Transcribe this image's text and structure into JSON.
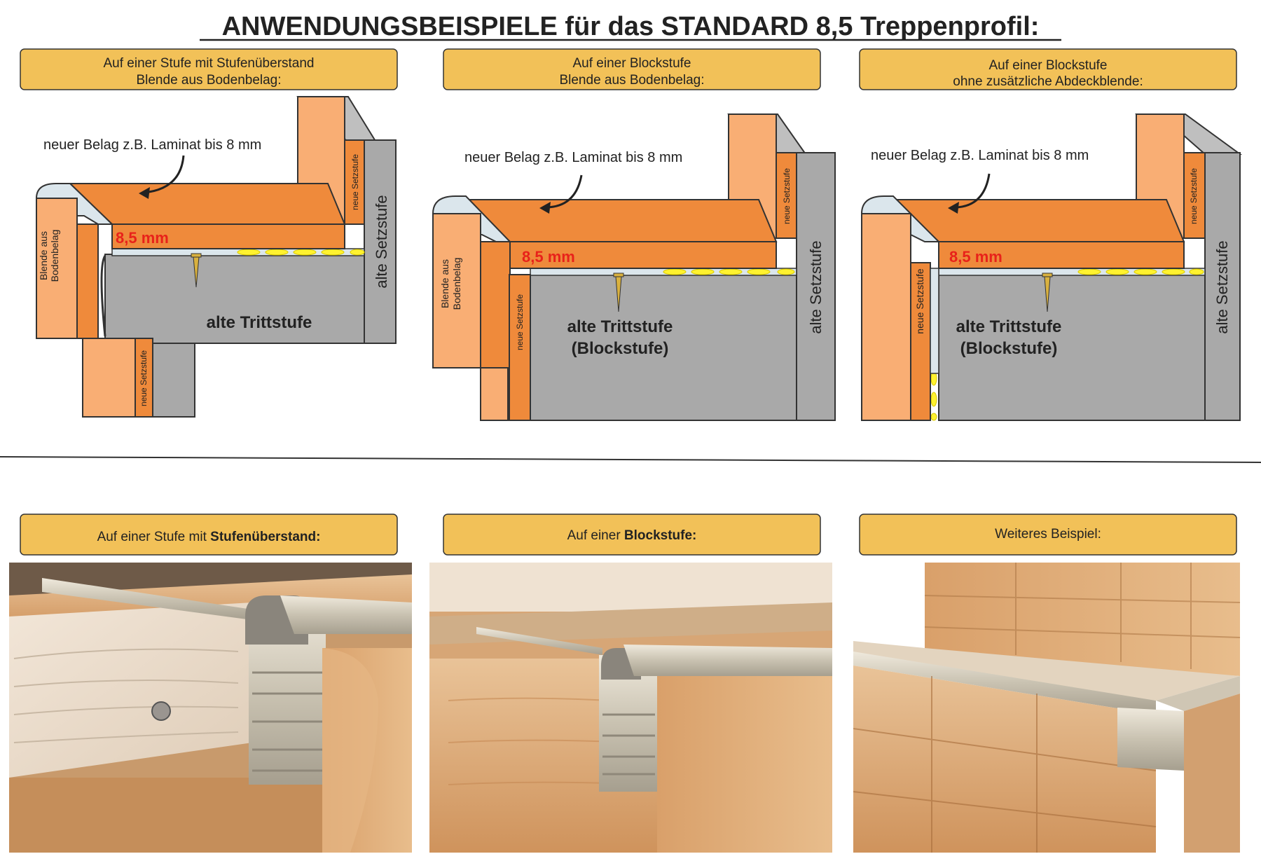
{
  "title": "ANWENDUNGSBEISPIELE für das STANDARD 8,5 Treppenprofil:",
  "colors": {
    "label_bg": "#f2c158",
    "orange": "#ef8a3b",
    "orange_light": "#f9ae74",
    "grey": "#a9a9a9",
    "grey_light": "#bfbfbf",
    "profile": "#dbe6ec",
    "adhesive": "#fff230",
    "measure_red": "#e8221a"
  },
  "diagrams": [
    {
      "header_line1": "Auf einer Stufe mit Stufenüberstand",
      "header_line2": "Blende aus Bodenbelag:",
      "note": "neuer Belag z.B. Laminat bis 8 mm",
      "measure": "8,5 mm",
      "label_blende_1": "Blende aus",
      "label_blende_2": "Bodenbelag",
      "label_neue_setzstufe_top": "neue Setzstufe",
      "label_neue_setzstufe_bottom": "neue Setzstufe",
      "label_alte_setzstufe": "alte Setzstufe",
      "label_trittstufe_1": "alte Trittstufe",
      "label_trittstufe_2": ""
    },
    {
      "header_line1": "Auf einer Blockstufe",
      "header_line2": "Blende aus Bodenbelag:",
      "note": "neuer Belag z.B. Laminat bis 8 mm",
      "measure": "8,5 mm",
      "label_blende_1": "Blende aus",
      "label_blende_2": "Bodenbelag",
      "label_neue_setzstufe_top": "neue Setzstufe",
      "label_neue_setzstufe_bottom": "neue Setzstufe",
      "label_alte_setzstufe": "alte Setzstufe",
      "label_trittstufe_1": "alte Trittstufe",
      "label_trittstufe_2": "(Blockstufe)"
    },
    {
      "header_line1": "Auf einer Blockstufe",
      "header_line2": "ohne zusätzliche Abdeckblende:",
      "note": "neuer Belag z.B. Laminat bis 8 mm",
      "measure": "8,5 mm",
      "label_blende_1": "",
      "label_blende_2": "",
      "label_neue_setzstufe_top": "neue Setzstufe",
      "label_neue_setzstufe_bottom": "neue Setzstufe",
      "label_alte_setzstufe": "alte Setzstufe",
      "label_trittstufe_1": "alte Trittstufe",
      "label_trittstufe_2": "(Blockstufe)"
    }
  ],
  "photos": [
    {
      "header_prefix": "Auf einer Stufe mit ",
      "header_bold": "Stufenüberstand:"
    },
    {
      "header_prefix": "Auf einer ",
      "header_bold": "Blockstufe:"
    },
    {
      "header_prefix": "Weiteres Beispiel:",
      "header_bold": ""
    }
  ]
}
